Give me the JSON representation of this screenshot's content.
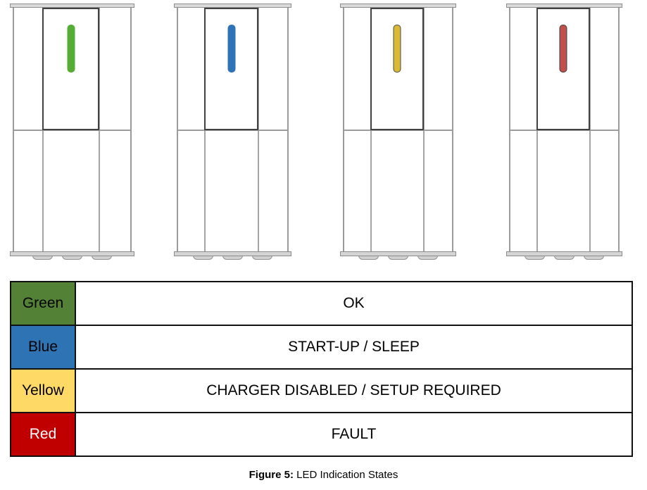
{
  "devices": [
    {
      "id": "green",
      "led_color": "#55ad35",
      "led_border_color": "#55ad35"
    },
    {
      "id": "blue",
      "led_color": "#2e74b5",
      "led_border_color": "#2e74b5"
    },
    {
      "id": "yellow",
      "led_color": "#d9ba32",
      "led_border_color": "#4a4a4a"
    },
    {
      "id": "red",
      "led_color": "#c0504d",
      "led_border_color": "#3f3f3f"
    }
  ],
  "table": {
    "rows": [
      {
        "color_label": "Green",
        "color_hex": "#538135",
        "text_color": "#000000",
        "state": "OK"
      },
      {
        "color_label": "Blue",
        "color_hex": "#2e74b5",
        "text_color": "#000000",
        "state": "START-UP / SLEEP"
      },
      {
        "color_label": "Yellow",
        "color_hex": "#ffd966",
        "text_color": "#000000",
        "state": "CHARGER DISABLED / SETUP REQUIRED"
      },
      {
        "color_label": "Red",
        "color_hex": "#c00000",
        "text_color": "#ffffff",
        "state": "FAULT"
      }
    ]
  },
  "caption": {
    "prefix": "Figure 5:",
    "text": "LED Indication States"
  }
}
